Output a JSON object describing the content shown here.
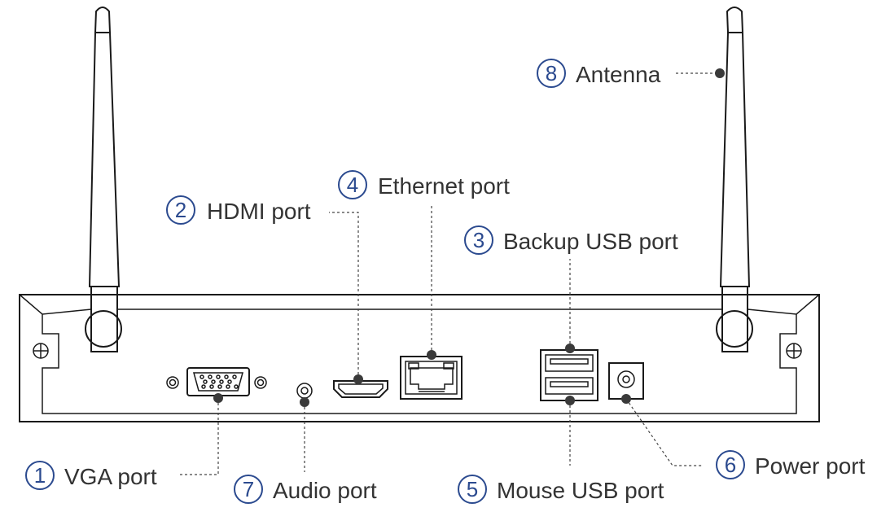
{
  "callouts": [
    {
      "id": "vga",
      "number": "1",
      "label": "VGA port"
    },
    {
      "id": "hdmi",
      "number": "2",
      "label": "HDMI port"
    },
    {
      "id": "backup-usb",
      "number": "3",
      "label": "Backup USB port"
    },
    {
      "id": "ethernet",
      "number": "4",
      "label": "Ethernet port"
    },
    {
      "id": "mouse-usb",
      "number": "5",
      "label": "Mouse USB port"
    },
    {
      "id": "power",
      "number": "6",
      "label": "Power port"
    },
    {
      "id": "audio",
      "number": "7",
      "label": "Audio port"
    },
    {
      "id": "antenna",
      "number": "8",
      "label": "Antenna"
    }
  ],
  "colors": {
    "callout_number": "#2b4a8f",
    "label_text": "#333333",
    "outline": "#1a1a1a"
  }
}
